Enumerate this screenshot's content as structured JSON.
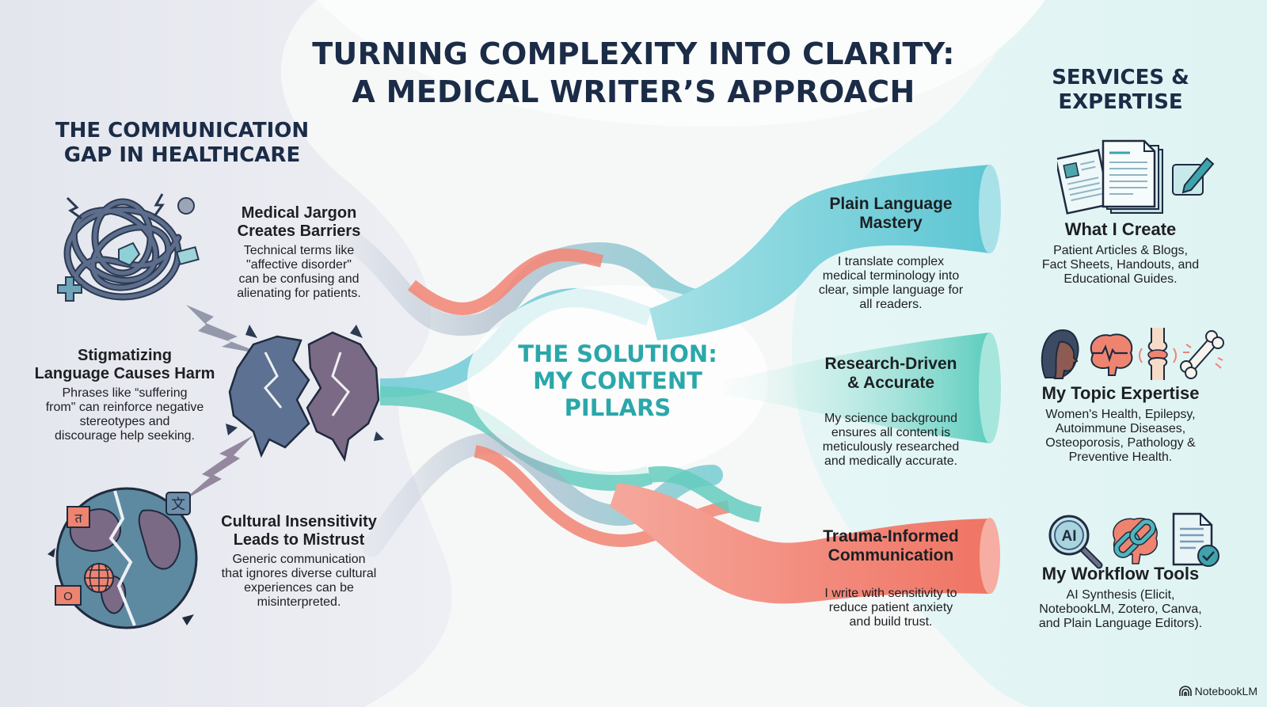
{
  "header": {
    "title_line1": "TURNING COMPLEXITY INTO CLARITY:",
    "title_line2": "A MEDICAL WRITER’S APPROACH"
  },
  "colors": {
    "navy": "#1b2c47",
    "teal": "#2ba7aa",
    "sky": "#6ccbd6",
    "mint": "#6fd1c3",
    "coral": "#f07c6c",
    "slate": "#5c6f8e",
    "plum": "#7d6b86"
  },
  "problems": {
    "title_line1": "THE COMMUNICATION",
    "title_line2": "GAP IN HEALTHCARE",
    "items": [
      {
        "icon": "tangled-knot-icon",
        "heading_line1": "Medical Jargon",
        "heading_line2": "Creates Barriers",
        "body": [
          "Technical terms like",
          "\"affective disorder\"",
          "can be confusing and",
          "alienating for patients."
        ]
      },
      {
        "icon": "broken-speech-bubbles-icon",
        "heading_line1": "Stigmatizing",
        "heading_line2": "Language Causes Harm",
        "body": [
          "Phrases like “suffering",
          "from\" can reinforce negative",
          "stereotypes and",
          "discourage help seeking."
        ]
      },
      {
        "icon": "cracked-globe-icon",
        "heading_line1": "Cultural Insensitivity",
        "heading_line2": "Leads to Mistrust",
        "body": [
          "Generic communication",
          "that ignores diverse cultural",
          "experiences can be",
          "misinterpreted."
        ],
        "glyphs": [
          "त",
          "文",
          "O"
        ]
      }
    ]
  },
  "solution": {
    "title_line1": "THE SOLUTION:",
    "title_line2": "MY CONTENT",
    "title_line3": "PILLARS",
    "pillars": [
      {
        "heading_line1": "Plain Language",
        "heading_line2": "Mastery",
        "body": [
          "I translate complex",
          "medical terminology into",
          "clear, simple language for",
          "all readers."
        ],
        "color": "sky"
      },
      {
        "heading_line1": "Research-Driven",
        "heading_line2": "& Accurate",
        "body": [
          "My science background",
          "ensures all content is",
          "meticulously researched",
          "and medically accurate."
        ],
        "color": "mint"
      },
      {
        "heading_line1": "Trauma-Informed",
        "heading_line2": "Communication",
        "body": [
          "I write with sensitivity to",
          "reduce patient anxiety",
          "and build trust."
        ],
        "color": "coral"
      }
    ]
  },
  "services": {
    "title_line1": "SERVICES &",
    "title_line2": "EXPERTISE",
    "items": [
      {
        "icons": [
          "documents-icon",
          "pen-icon"
        ],
        "heading": "What I Create",
        "body": [
          "Patient Articles & Blogs,",
          "Fact Sheets, Handouts, and",
          "Educational Guides."
        ]
      },
      {
        "icons": [
          "woman-profile-icon",
          "brain-pulse-icon",
          "joint-icon",
          "bone-icon"
        ],
        "heading": "My Topic Expertise",
        "body": [
          "Women's Health, Epilepsy,",
          "Autoimmune Diseases,",
          "Osteoporosis, Pathology &",
          "Preventive Health."
        ]
      },
      {
        "icons": [
          "ai-search-icon",
          "brain-link-icon",
          "document-check-icon"
        ],
        "ai_label": "AI",
        "heading": "My Workflow Tools",
        "body": [
          "AI Synthesis (Elicit,",
          "NotebookLM, Zotero, Canva,",
          "and Plain Language Editors)."
        ]
      }
    ]
  },
  "branding": {
    "label": "NotebookLM"
  }
}
